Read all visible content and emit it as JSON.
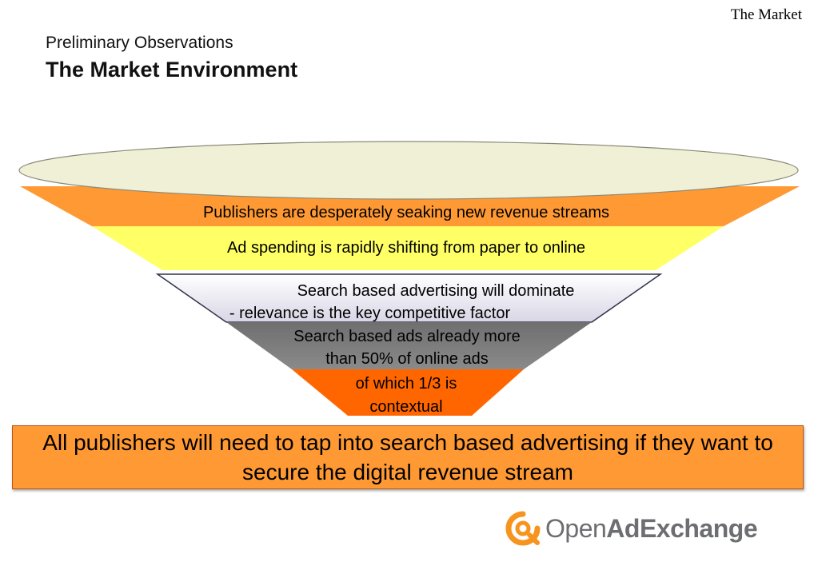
{
  "header": {
    "corner_label": "The Market",
    "subtitle": "Preliminary Observations",
    "title": "The Market Environment"
  },
  "funnel": {
    "levels": [
      {
        "text": "Publishers are desperately seaking new revenue streams",
        "color": "#FF9933"
      },
      {
        "text": "Ad spending is rapidly shifting from paper to online",
        "color": "#FFFF66"
      },
      {
        "line1": "Search based advertising will dominate",
        "line2": "-  relevance is the key competitive factor",
        "color": "#E6E4EE"
      },
      {
        "line1": "Search based ads already more",
        "line2": "than 50% of online ads",
        "color": "#808080"
      },
      {
        "line1": "of which 1/3 is",
        "line2": "contextual",
        "color": "#FF6600"
      }
    ],
    "rim_color": "#EFF0D6"
  },
  "conclusion": "All publishers will need to tap into search based advertising if they want to secure the digital revenue stream",
  "logo": {
    "part1": "Open",
    "part2": "AdExchange",
    "icon": "open-ad-exchange-logo-icon",
    "icon_color": "#F7941D"
  }
}
